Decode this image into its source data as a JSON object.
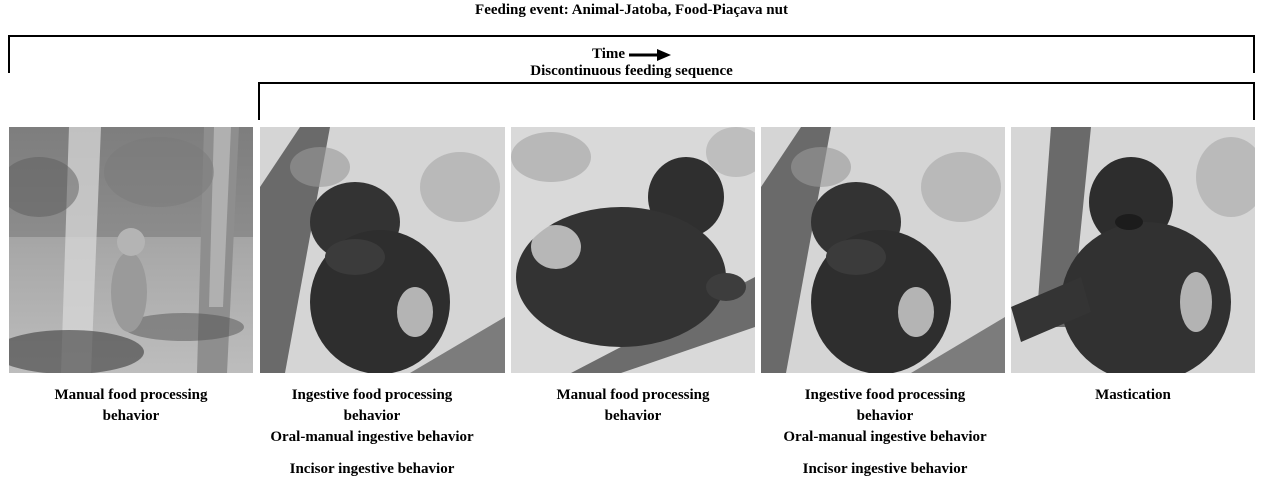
{
  "header": {
    "title": "Feeding event: Animal-Jatoba, Food-Piaçava nut",
    "time_label": "Time",
    "sequence_label": "Discontinuous feeding sequence"
  },
  "icons": {
    "time_arrow": "right-arrow-icon"
  },
  "panels": [
    {
      "caption_lines": [
        "Manual food processing",
        "behavior"
      ]
    },
    {
      "caption_lines": [
        "Ingestive food processing",
        "behavior",
        "Oral-manual ingestive behavior"
      ],
      "extra_line": "Incisor ingestive behavior"
    },
    {
      "caption_lines": [
        "Manual food processing",
        "behavior"
      ]
    },
    {
      "caption_lines": [
        "Ingestive food processing",
        "behavior",
        "Oral-manual ingestive behavior"
      ],
      "extra_line": "Incisor ingestive behavior"
    },
    {
      "caption_lines": [
        "Mastication"
      ]
    }
  ]
}
